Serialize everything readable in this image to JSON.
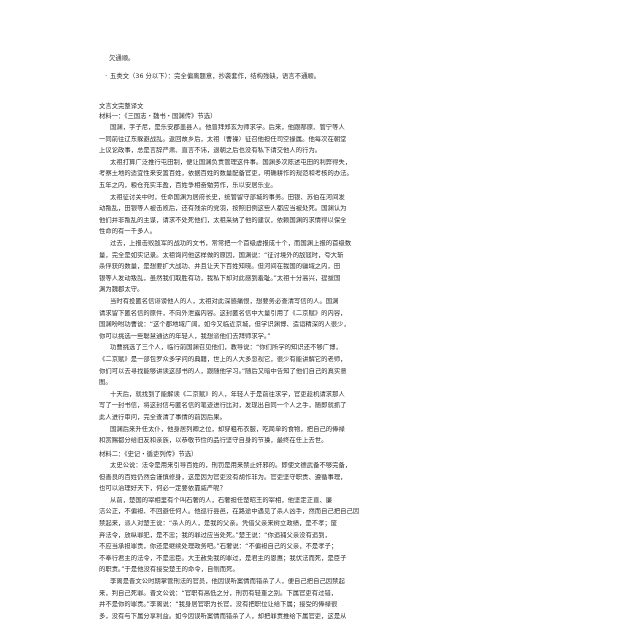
{
  "header": {
    "line1": "欠通顺。",
    "bullet": "·",
    "line2": "五类文（36 分以下）：完全偏离题意，抄袭套作，结构残缺，语言不通顺。"
  },
  "section": {
    "title": "文言文完整译文",
    "m1_title": "材料一：《三国志・魏书・国渊传》节选）",
    "m1_lines": [
      "国渊，字子尼，是乐安郡盖县人。他曾拜郑玄为师求学。后来，他跟邴原、管宁等人",
      "一同前往辽东躲避战乱。返回故乡后，太祖（曹操）征召他担任司空掾属。他每次在朝堂",
      "上议论政事，总是言辞严肃、直言不讳，退朝之后也没有私下请交他人的行为。",
      "太祖打算广泛推行屯田制，便让国渊负责管理这件事。国渊多次陈述屯田的利弊得失，",
      "考察土地的适宜性来安置百姓，依据百姓的数量配备官吏，明确耕作的规范和考核的办法。",
      "五年之内，粮仓充实丰盈，百姓争相奋勉劳作，乐以安居乐业。",
      "太祖征讨关中时，任命国渊为居府长史，统管留守部城的事务。田银、苏伯在河间发",
      "动叛乱，田银等人被击败后，还有残余的党羽，按照旧例这些人都应当被处死。国渊认为",
      "他们并非叛乱的主谋，请求不处死他们，太祖采纳了他的建议，依赖国渊的求情得以保全",
      "性命的有一千多人。",
      "过去，上报击败敌军的战功的文书，常常把一个首级虚报成十个，而国渊上报的首级数",
      "量，完全是如实记录。太祖询问他这样做的原因，国渊说：“征讨境外的敌寇时，夸大斩",
      "杀俘获的数量，是想要扩大战功、并且让天下百姓知晓。但河间在我国的疆域之内，田",
      "银等人发动叛乱，虽然我们取胜有功，我私下却对此感到羞耻。”太祖十分高兴，提拔国",
      "渊为魏郡太守。",
      "当时有投匿名信诽谤他人的人，太祖对此深感痛恨，想要务必查清写信的人。国渊",
      "请求留下匿名信的原件，不向外泄露内容。这封匿名信中大量引用了《二京赋》的内容，",
      "国渊吩咐功曹说：“这个郡地域广阔，如今又临近京城，但学识渊博、造诣精深的人很少，",
      "你可以挑选一些聪慧通达的年轻人，我想派他们去拜师求学。”",
      "功曹挑选了三个人，临行前国渊召见他们，教导说：“你们所学的知识还不够广博，",
      "《二京赋》是一部包罗众多学问的典籍，世上的人大多忽视它，很少有能讲解它的老师，",
      "你们可以去寻找能够讲读这部书的人，跟随他学习。”随后又暗中告知了他们自己的真实意",
      "图。",
      "十天后，就找到了能解读《二京赋》的人，年轻人于是前往求学，官吏趁机请求那人",
      "写了一封书信，将这封信与匿名信的笔迹进行比对，发现出自同一个人之手，随即就抓了",
      "此人进行审问，完全查清了事情的前因后果。",
      "国渊后来升任太仆，他身居列卿之位，却穿粗布衣服，吃简单的食物，把自己的俸禄",
      "和赏赐都分给旧友和亲族，以恭敬节俭的品行坚守自身的节操，最终在任上去世。"
    ],
    "m2_title": "材料二：《史记・循吏列传》节选）",
    "m2_lines": [
      "太史公说：法令是用来引导百姓的，刑罚是用来禁止奸邪的。即使文德武备不够完备，",
      "但善良的百姓仍然会谨慎修身，这是因为官吏没有胡作非为。官吏坚守职责、遵循事理，",
      "也可以治理好天下，何必一定要依靠威严呢？",
      "从前，楚国的宰相里有个叫石奢的人，石奢担任楚昭王的宰相，他坚定正直、廉",
      "洁公正，不偏袒、不回避任何人。他巡行县邑，在路途中遇见了杀人凶手，然而自己把自己因",
      "禁起来，派人对楚王说：“杀人的人，是我的父亲。凭借父亲来树立政绩，是不孝；废",
      "弃法令，放纵罪犯，是不忠；我的罪过应当处死。”楚王说：“你追捕父亲没有追到，",
      "不应当承担罪责，你还是继续处理政务吧。”石奢说：“不偏袒自己的父亲，不是孝子；",
      "不奉行君主的法令，不是忠臣。大王赦免我的罪过，是君主的恩惠；我伏法而死，是臣子",
      "的职责。”于是他没有接受楚王的命令，自刎而死。",
      "李离是晋文公时期掌管刑法的官员，他因误听案情而错杀了人，便自己把自己因禁起",
      "来，判自己死罪。晋文公说：“官职有高低之分，刑罚有轻重之别。下属官吏有过错，",
      "并不是你的罪责。”李离说：“我身居官职为长官，没有把职位让给下属；接受的俸禄很",
      "多，没有与下属分享利益。如今因误听案情而错杀了人，却把罪责推给下属官吏，这是从"
    ]
  }
}
